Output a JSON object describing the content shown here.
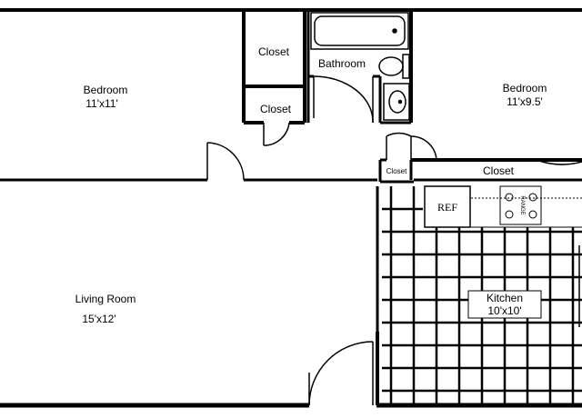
{
  "rooms": {
    "bedroom_left": {
      "name": "Bedroom",
      "size": "11'x11'"
    },
    "bedroom_right": {
      "name": "Bedroom",
      "size": "11'x9.5'"
    },
    "living_room": {
      "name": "Living Room",
      "size": "15'x12'"
    },
    "kitchen": {
      "name": "Kitchen",
      "size": "10'x10'"
    },
    "bathroom": {
      "name": "Bathroom"
    },
    "closet_top": {
      "name": "Closet"
    },
    "closet_middle": {
      "name": "Closet"
    },
    "closet_small": {
      "name": "Closet"
    },
    "closet_right": {
      "name": "Closet"
    }
  },
  "fixtures": {
    "refrigerator": "REF",
    "range": "RANGE"
  },
  "colors": {
    "wall": "#000000",
    "background": "#ffffff"
  }
}
